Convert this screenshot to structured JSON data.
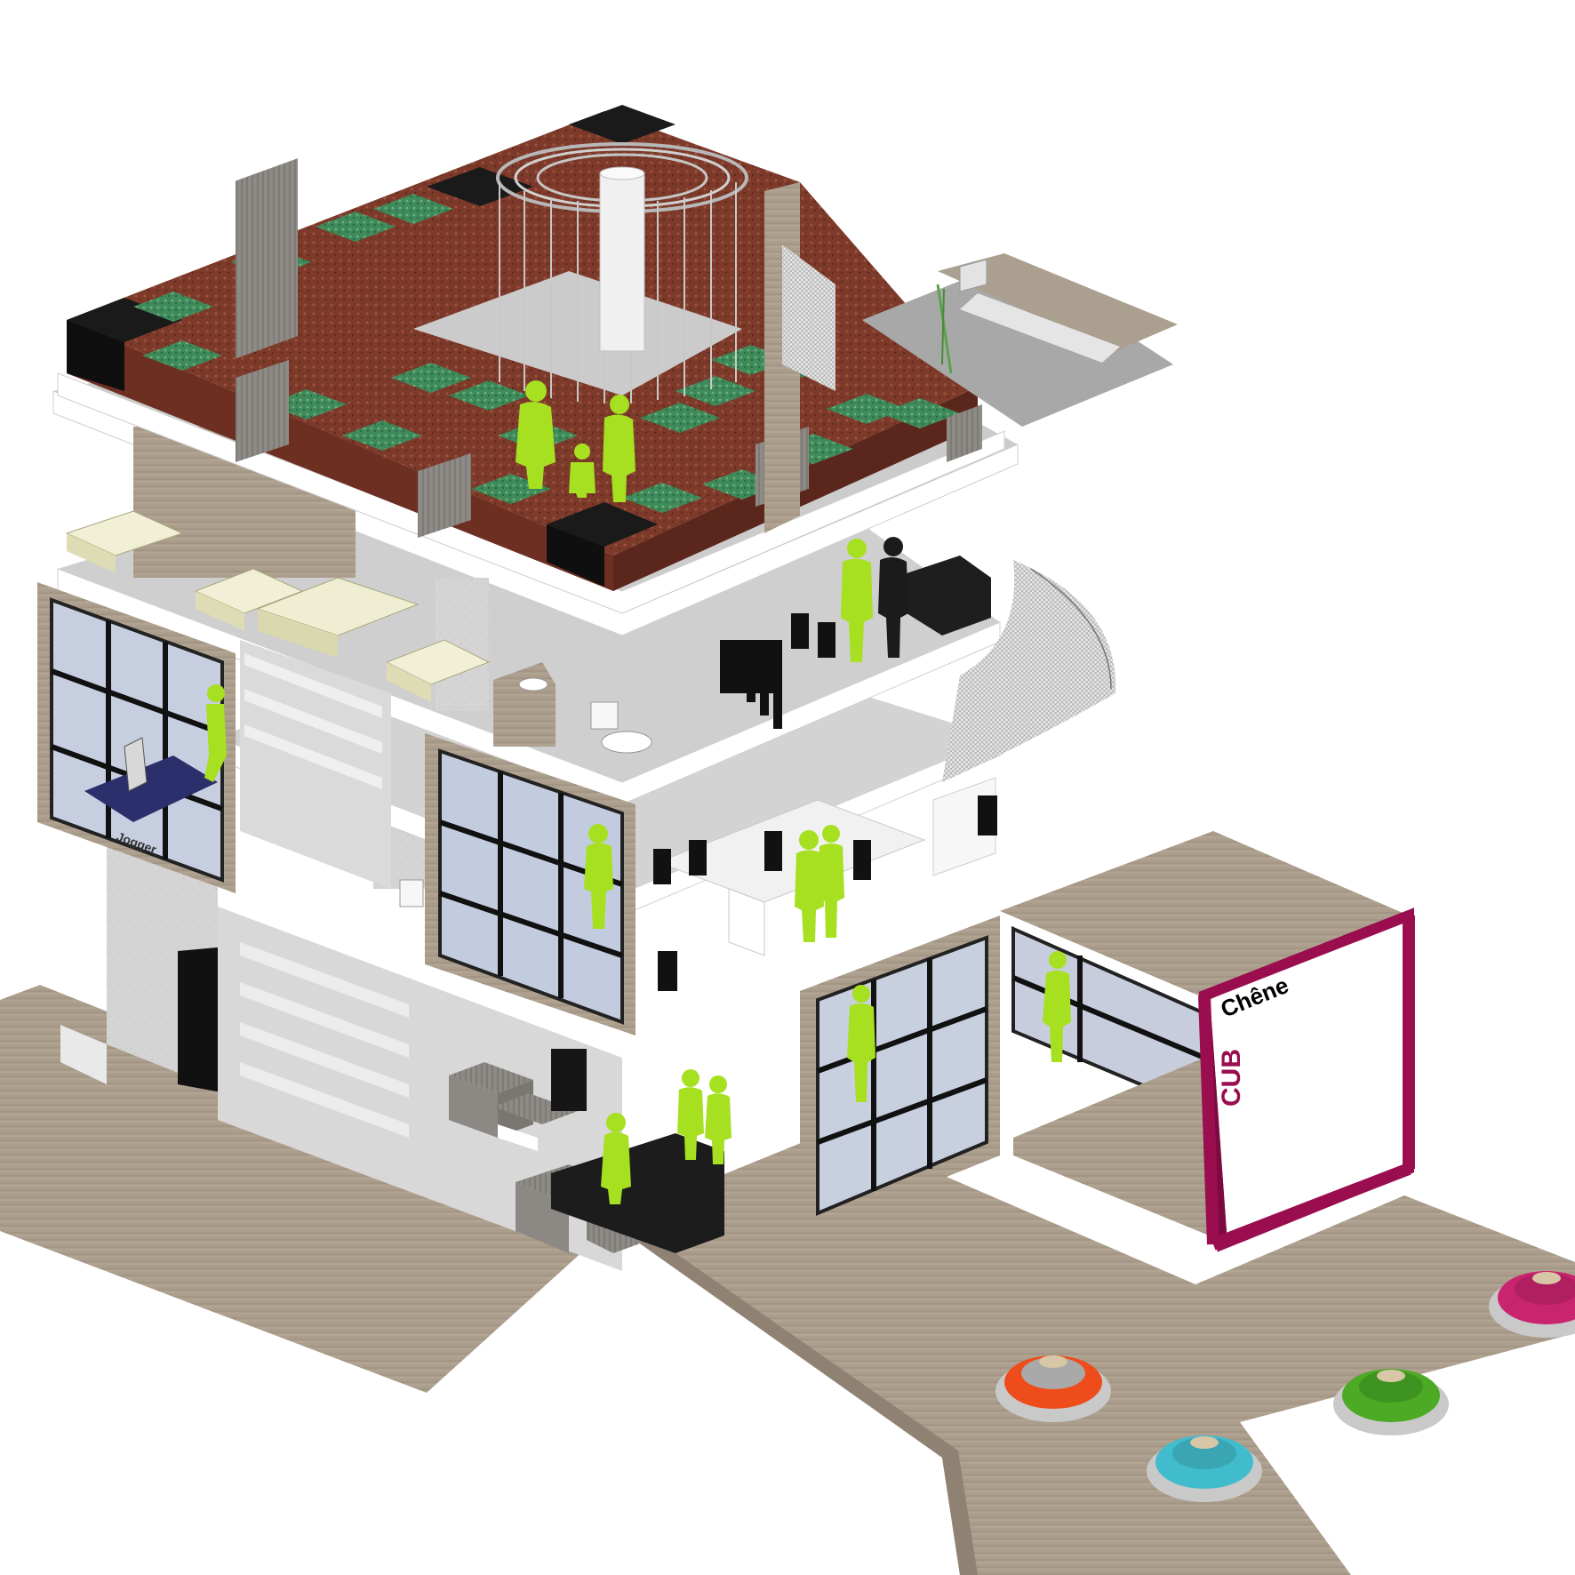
{
  "sign": {
    "name_text": "Chêne",
    "mark_text": "CUB"
  },
  "treadmill": {
    "brand_text": "Jogger"
  },
  "colors": {
    "ground": "#a89c8f",
    "slab": "#ffffff",
    "slab_edge": "#dcdcdc",
    "floor": "#d2d2d2",
    "concrete": "#cfcfcf",
    "wood": "#ac9e8c",
    "planter_soil": "#7d3a2a",
    "planter_green": "#3f8a5a",
    "lime_figure": "#a6e021",
    "frame_magenta": "#9a0d4f",
    "window_glass": "#bcc6d8",
    "window_mullion": "#1a1a1a",
    "stool_orange": "#ef4c1c",
    "stool_cyan": "#41bccd",
    "stool_green": "#4caa25",
    "stool_magenta": "#c9256f"
  },
  "icons": {
    "people": "person-silhouette-icon",
    "chair": "chair-icon",
    "stool": "round-seat-icon"
  }
}
